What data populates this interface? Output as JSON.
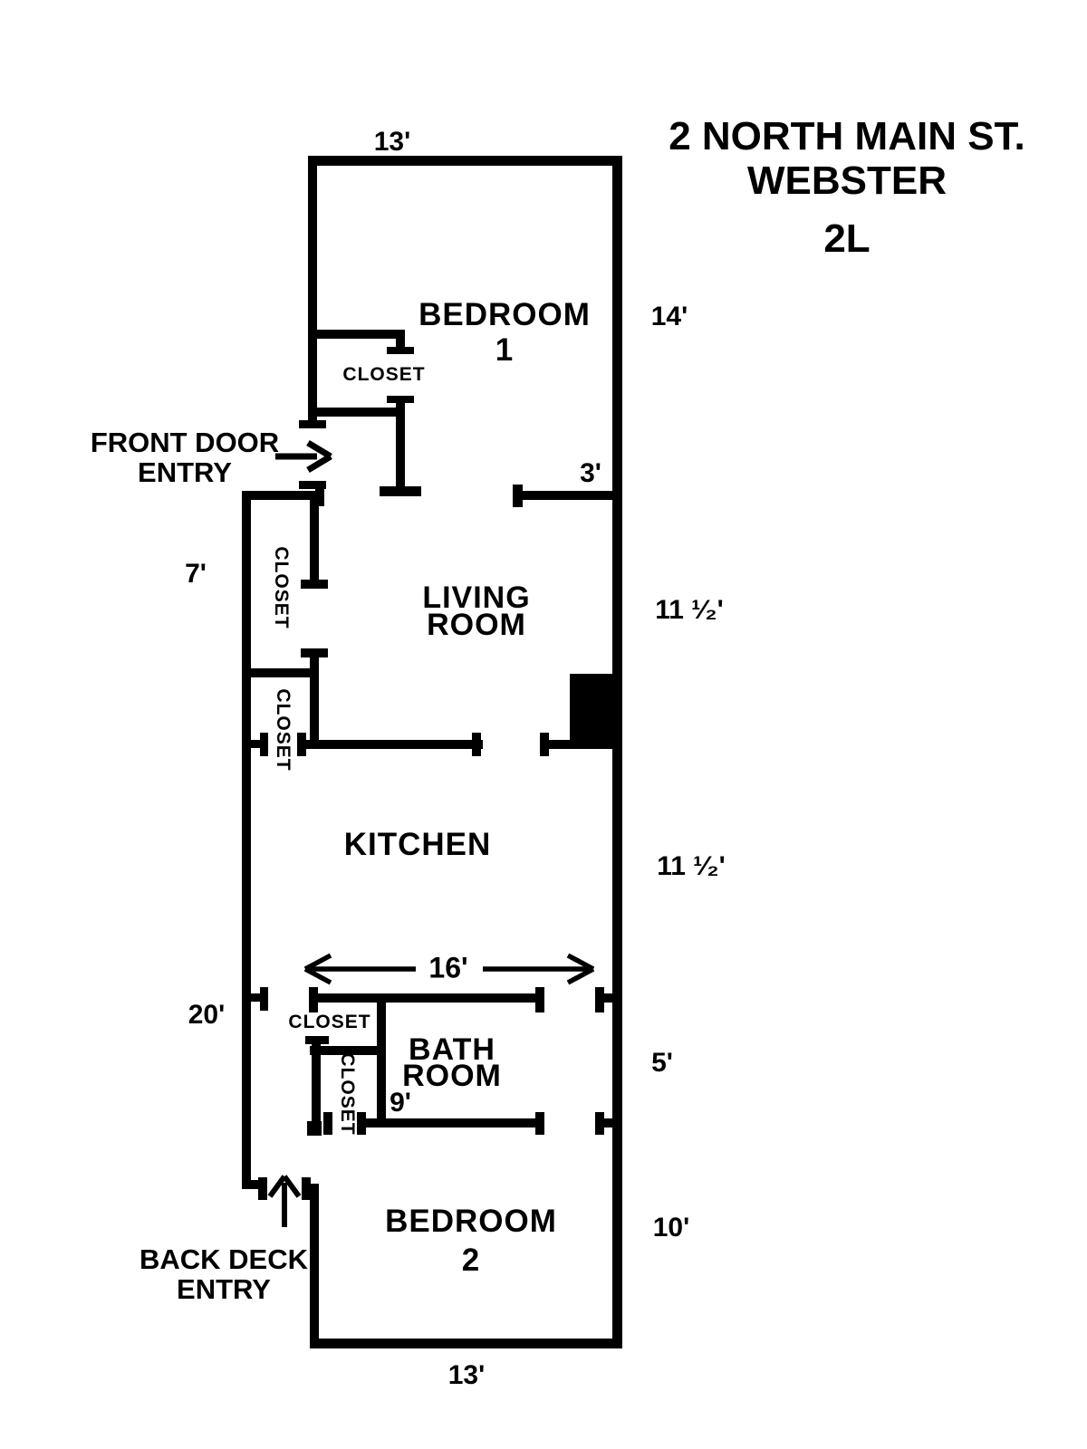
{
  "title": {
    "line1": "2 NORTH MAIN ST.",
    "line2": "WEBSTER",
    "line3": "2L"
  },
  "rooms": {
    "bedroom1": {
      "name": "BEDROOM",
      "number": "1"
    },
    "living": {
      "line1": "LIVING",
      "line2": "ROOM"
    },
    "kitchen": {
      "name": "KITCHEN"
    },
    "bath": {
      "line1": "BATH",
      "line2": "ROOM"
    },
    "bedroom2": {
      "name": "BEDROOM",
      "number": "2"
    }
  },
  "closets": {
    "bedroom1_closet": "CLOSET",
    "hall_upper_closet": "CLOSET",
    "hall_lower_closet": "CLOSET",
    "bath_upper_closet": "CLOSET",
    "bath_lower_closet": "CLOSET"
  },
  "dimensions": {
    "top_width": "13'",
    "bedroom1_height": "14'",
    "living_opening": "3'",
    "hall_width": "7'",
    "living_height": "11 ¹⁄₂'",
    "kitchen_height": "11 ¹⁄₂'",
    "hall_length": "20'",
    "kitchen_width": "16'",
    "bath_height": "5'",
    "bath_width": "9'",
    "bedroom2_height": "10'",
    "bottom_width": "13'"
  },
  "entries": {
    "front": {
      "line1": "FRONT DOOR",
      "line2": "ENTRY"
    },
    "back": {
      "line1": "BACK DECK",
      "line2": "ENTRY"
    }
  },
  "colors": {
    "wall": "#000000",
    "background": "#ffffff"
  }
}
